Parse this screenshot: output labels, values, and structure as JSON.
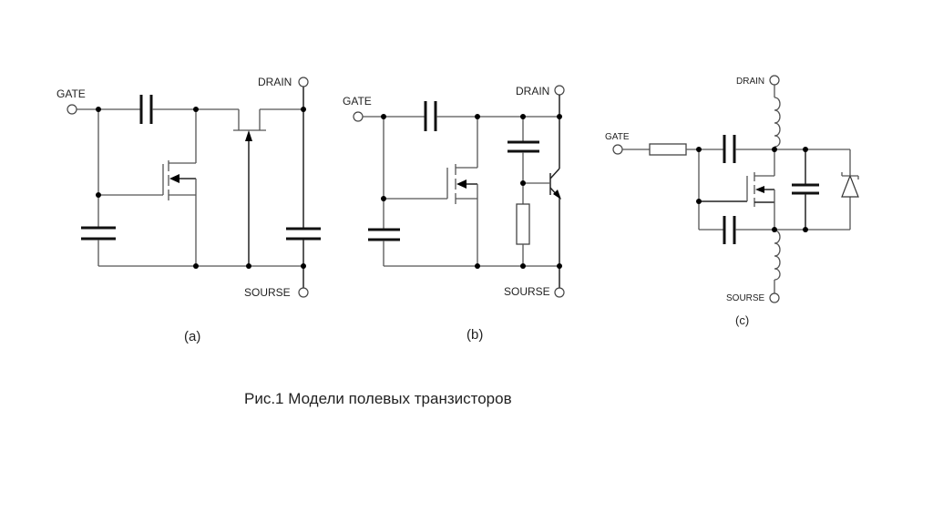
{
  "figure": {
    "caption": "Рис.1 Модели полевых транзисторов",
    "circuits": [
      {
        "id": "a",
        "label": "(a)",
        "terminals": {
          "gate": "GATE",
          "drain": "DRAIN",
          "source": "SOURSE"
        },
        "components": [
          "capacitor",
          "capacitor",
          "capacitor",
          "mosfet",
          "jfet"
        ]
      },
      {
        "id": "b",
        "label": "(b)",
        "terminals": {
          "gate": "GATE",
          "drain": "DRAIN",
          "source": "SOURSE"
        },
        "components": [
          "capacitor",
          "capacitor",
          "capacitor",
          "mosfet",
          "resistor",
          "bjt-npn"
        ]
      },
      {
        "id": "c",
        "label": "(c)",
        "terminals": {
          "gate": "GATE",
          "drain": "DRAIN",
          "source": "SOURSE"
        },
        "components": [
          "resistor",
          "capacitor",
          "capacitor",
          "capacitor",
          "mosfet",
          "inductor",
          "inductor",
          "zener-diode"
        ]
      }
    ]
  }
}
